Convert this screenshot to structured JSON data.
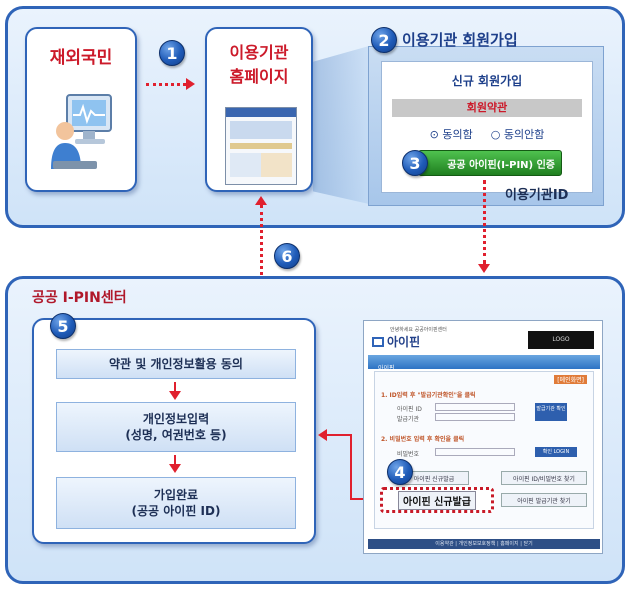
{
  "top": {
    "citizen_label": "재외국민",
    "site_label_line1": "이용기관",
    "site_label_line2": "홈페이지",
    "step_numbers": [
      "1",
      "2",
      "3",
      "4",
      "5",
      "6"
    ],
    "signup_title": "이용기관 회원가입",
    "new_signup": "신규 회원가입",
    "terms": "회원약관",
    "agree": "동의함",
    "disagree": "동의안함",
    "ipin_auth_button": "공공 아이핀(I-PIN) 인증",
    "agency_id": "이용기관ID"
  },
  "bottom": {
    "center_title": "공공 I-PIN센터",
    "steps": [
      {
        "line1": "약관 및 개인정보활용 동의",
        "line2": ""
      },
      {
        "line1": "개인정보입력",
        "line2": "(성명, 여권번호 등)"
      },
      {
        "line1": "가입완료",
        "line2": "(공공 아이핀 ID)"
      }
    ],
    "ipin_site": {
      "header_small": "안녕하세요 공공아이핀센터",
      "logo_text": "아이핀",
      "logo_box": "LOGO",
      "tab_label": "아이핀",
      "main_link": "[메인화면]",
      "step1_text": "1. ID입력 후 \"발급기관확인\"을 클릭",
      "id_label": "아이핀 ID",
      "issuer_label": "발급기관",
      "issuer_button": "발급기관 확인",
      "step2_text": "2. 비밀번호 입력 후 확인을 클릭",
      "password_label": "비밀번호",
      "login_button": "확인 LOGIN",
      "new_issue_small": "아이핀 신규발급",
      "find_id_pw": "아이핀 ID/비밀번호 찾기",
      "new_issue_button": "아이핀 신규발급",
      "find_agency": "아이핀 발급기관 찾기",
      "footer": "이용약관 | 개인정보보호정책 | 홈페이지 | 닫기"
    }
  },
  "colors": {
    "accent_blue": "#2f64b8",
    "accent_red": "#e0202e",
    "ipin_green": "#2a8a2a"
  }
}
